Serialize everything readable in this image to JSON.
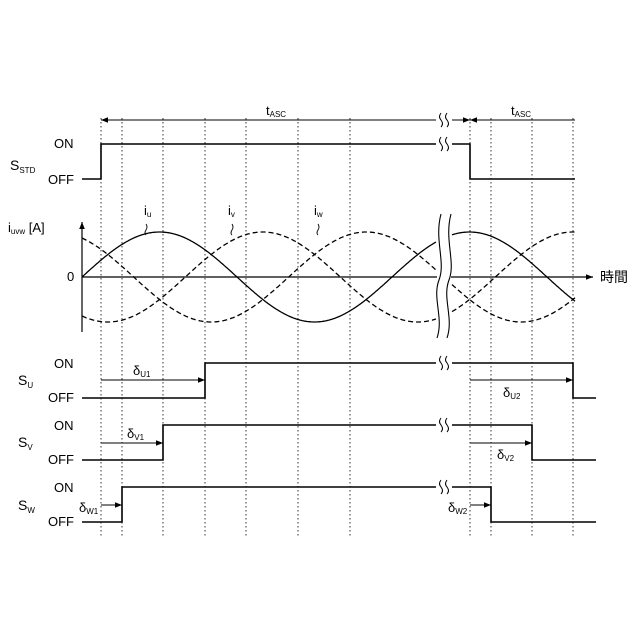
{
  "signals": {
    "sstd": {
      "name": "S",
      "sub": "STD",
      "on": "ON",
      "off": "OFF"
    },
    "su": {
      "name": "S",
      "sub": "U",
      "on": "ON",
      "off": "OFF"
    },
    "sv": {
      "name": "S",
      "sub": "V",
      "on": "ON",
      "off": "OFF"
    },
    "sw": {
      "name": "S",
      "sub": "W",
      "on": "ON",
      "off": "OFF"
    }
  },
  "current": {
    "axis_main": "i",
    "axis_sub": "uvw",
    "axis_unit": " [A]",
    "zero_label": "0",
    "time_label": "時間",
    "iu": {
      "main": "i",
      "sub": "u"
    },
    "iv": {
      "main": "i",
      "sub": "v"
    },
    "iw": {
      "main": "i",
      "sub": "w"
    }
  },
  "intervals": {
    "tasc1": {
      "main": "t",
      "sub": "ASC"
    },
    "tasc2": {
      "main": "t",
      "sub": "ASC"
    }
  },
  "delays": {
    "du1": {
      "main": "δ",
      "sub": "U1"
    },
    "du2": {
      "main": "δ",
      "sub": "U2"
    },
    "dv1": {
      "main": "δ",
      "sub": "V1"
    },
    "dv2": {
      "main": "δ",
      "sub": "V2"
    },
    "dw1": {
      "main": "δ",
      "sub": "W1"
    },
    "dw2": {
      "main": "δ",
      "sub": "W2"
    }
  }
}
